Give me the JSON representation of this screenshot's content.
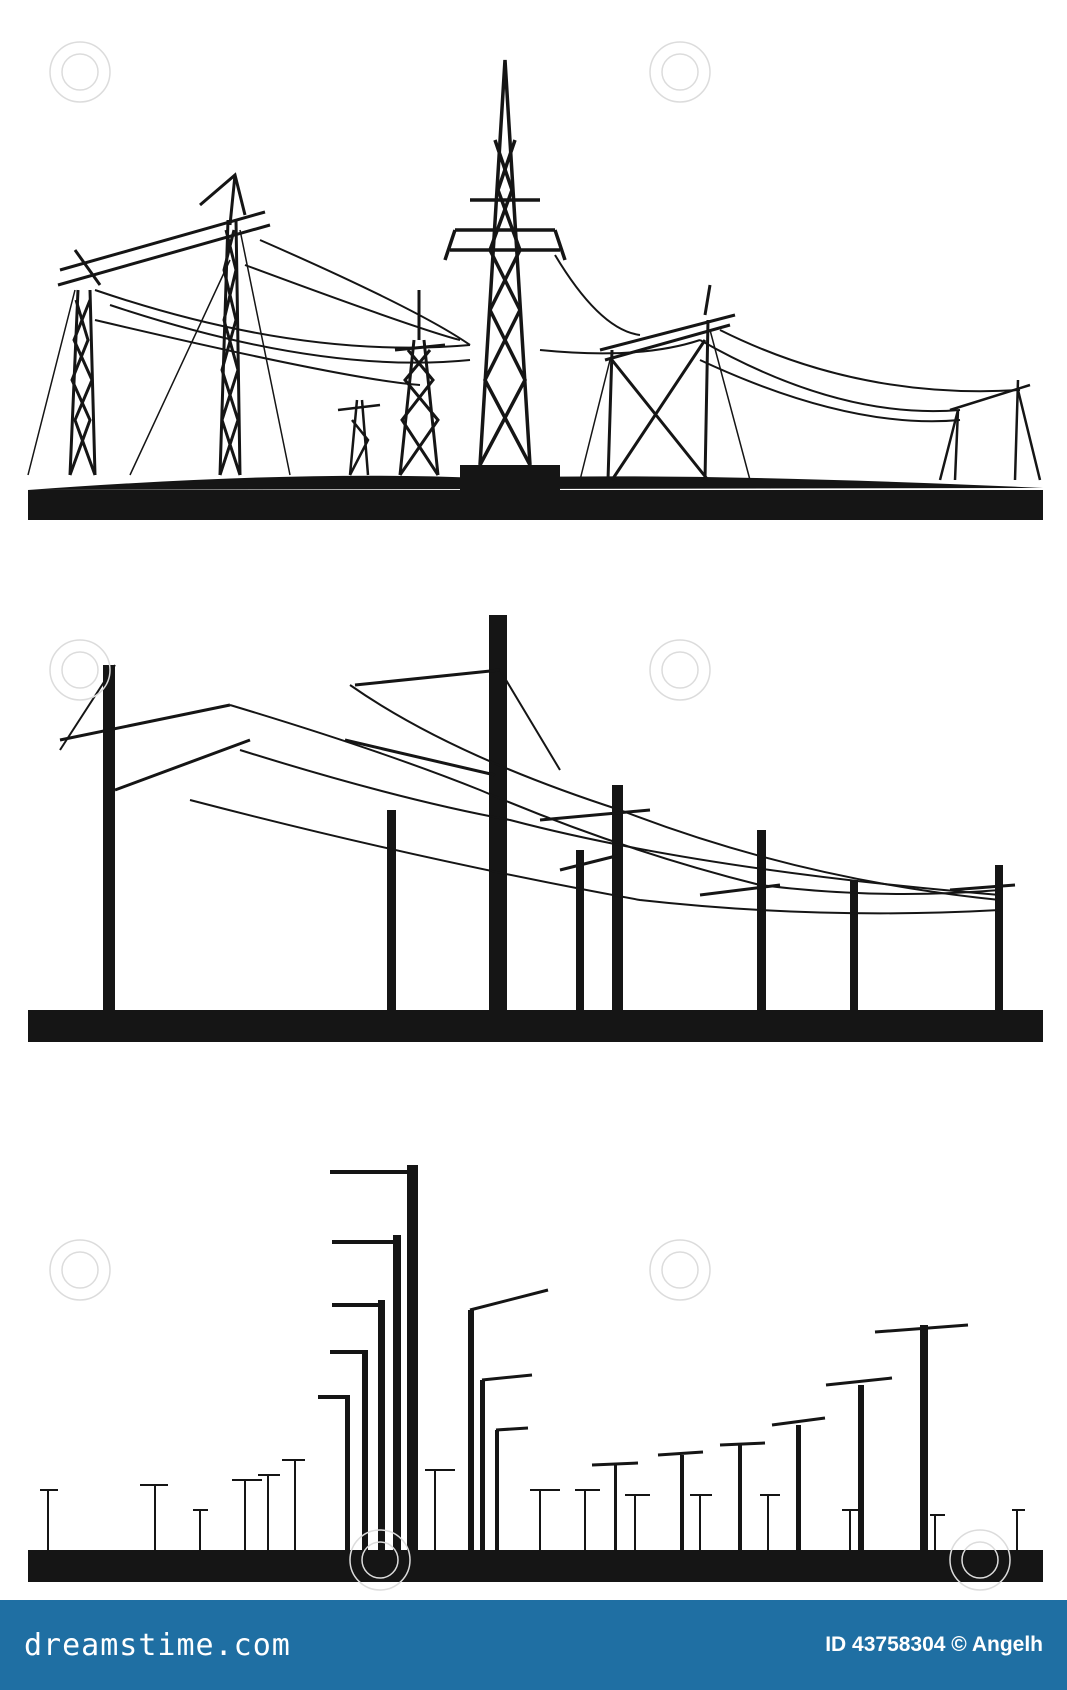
{
  "footer": {
    "brand": "dreamstime.com",
    "credit": "ID 43758304 © Angelh",
    "background_color": "#1f6fa3",
    "text_color": "#ffffff"
  },
  "scene": {
    "ink_color": "#151515",
    "panels": [
      {
        "subject": "high-voltage-transmission-towers"
      },
      {
        "subject": "railway-catenary-poles"
      },
      {
        "subject": "street-lamps"
      }
    ]
  }
}
